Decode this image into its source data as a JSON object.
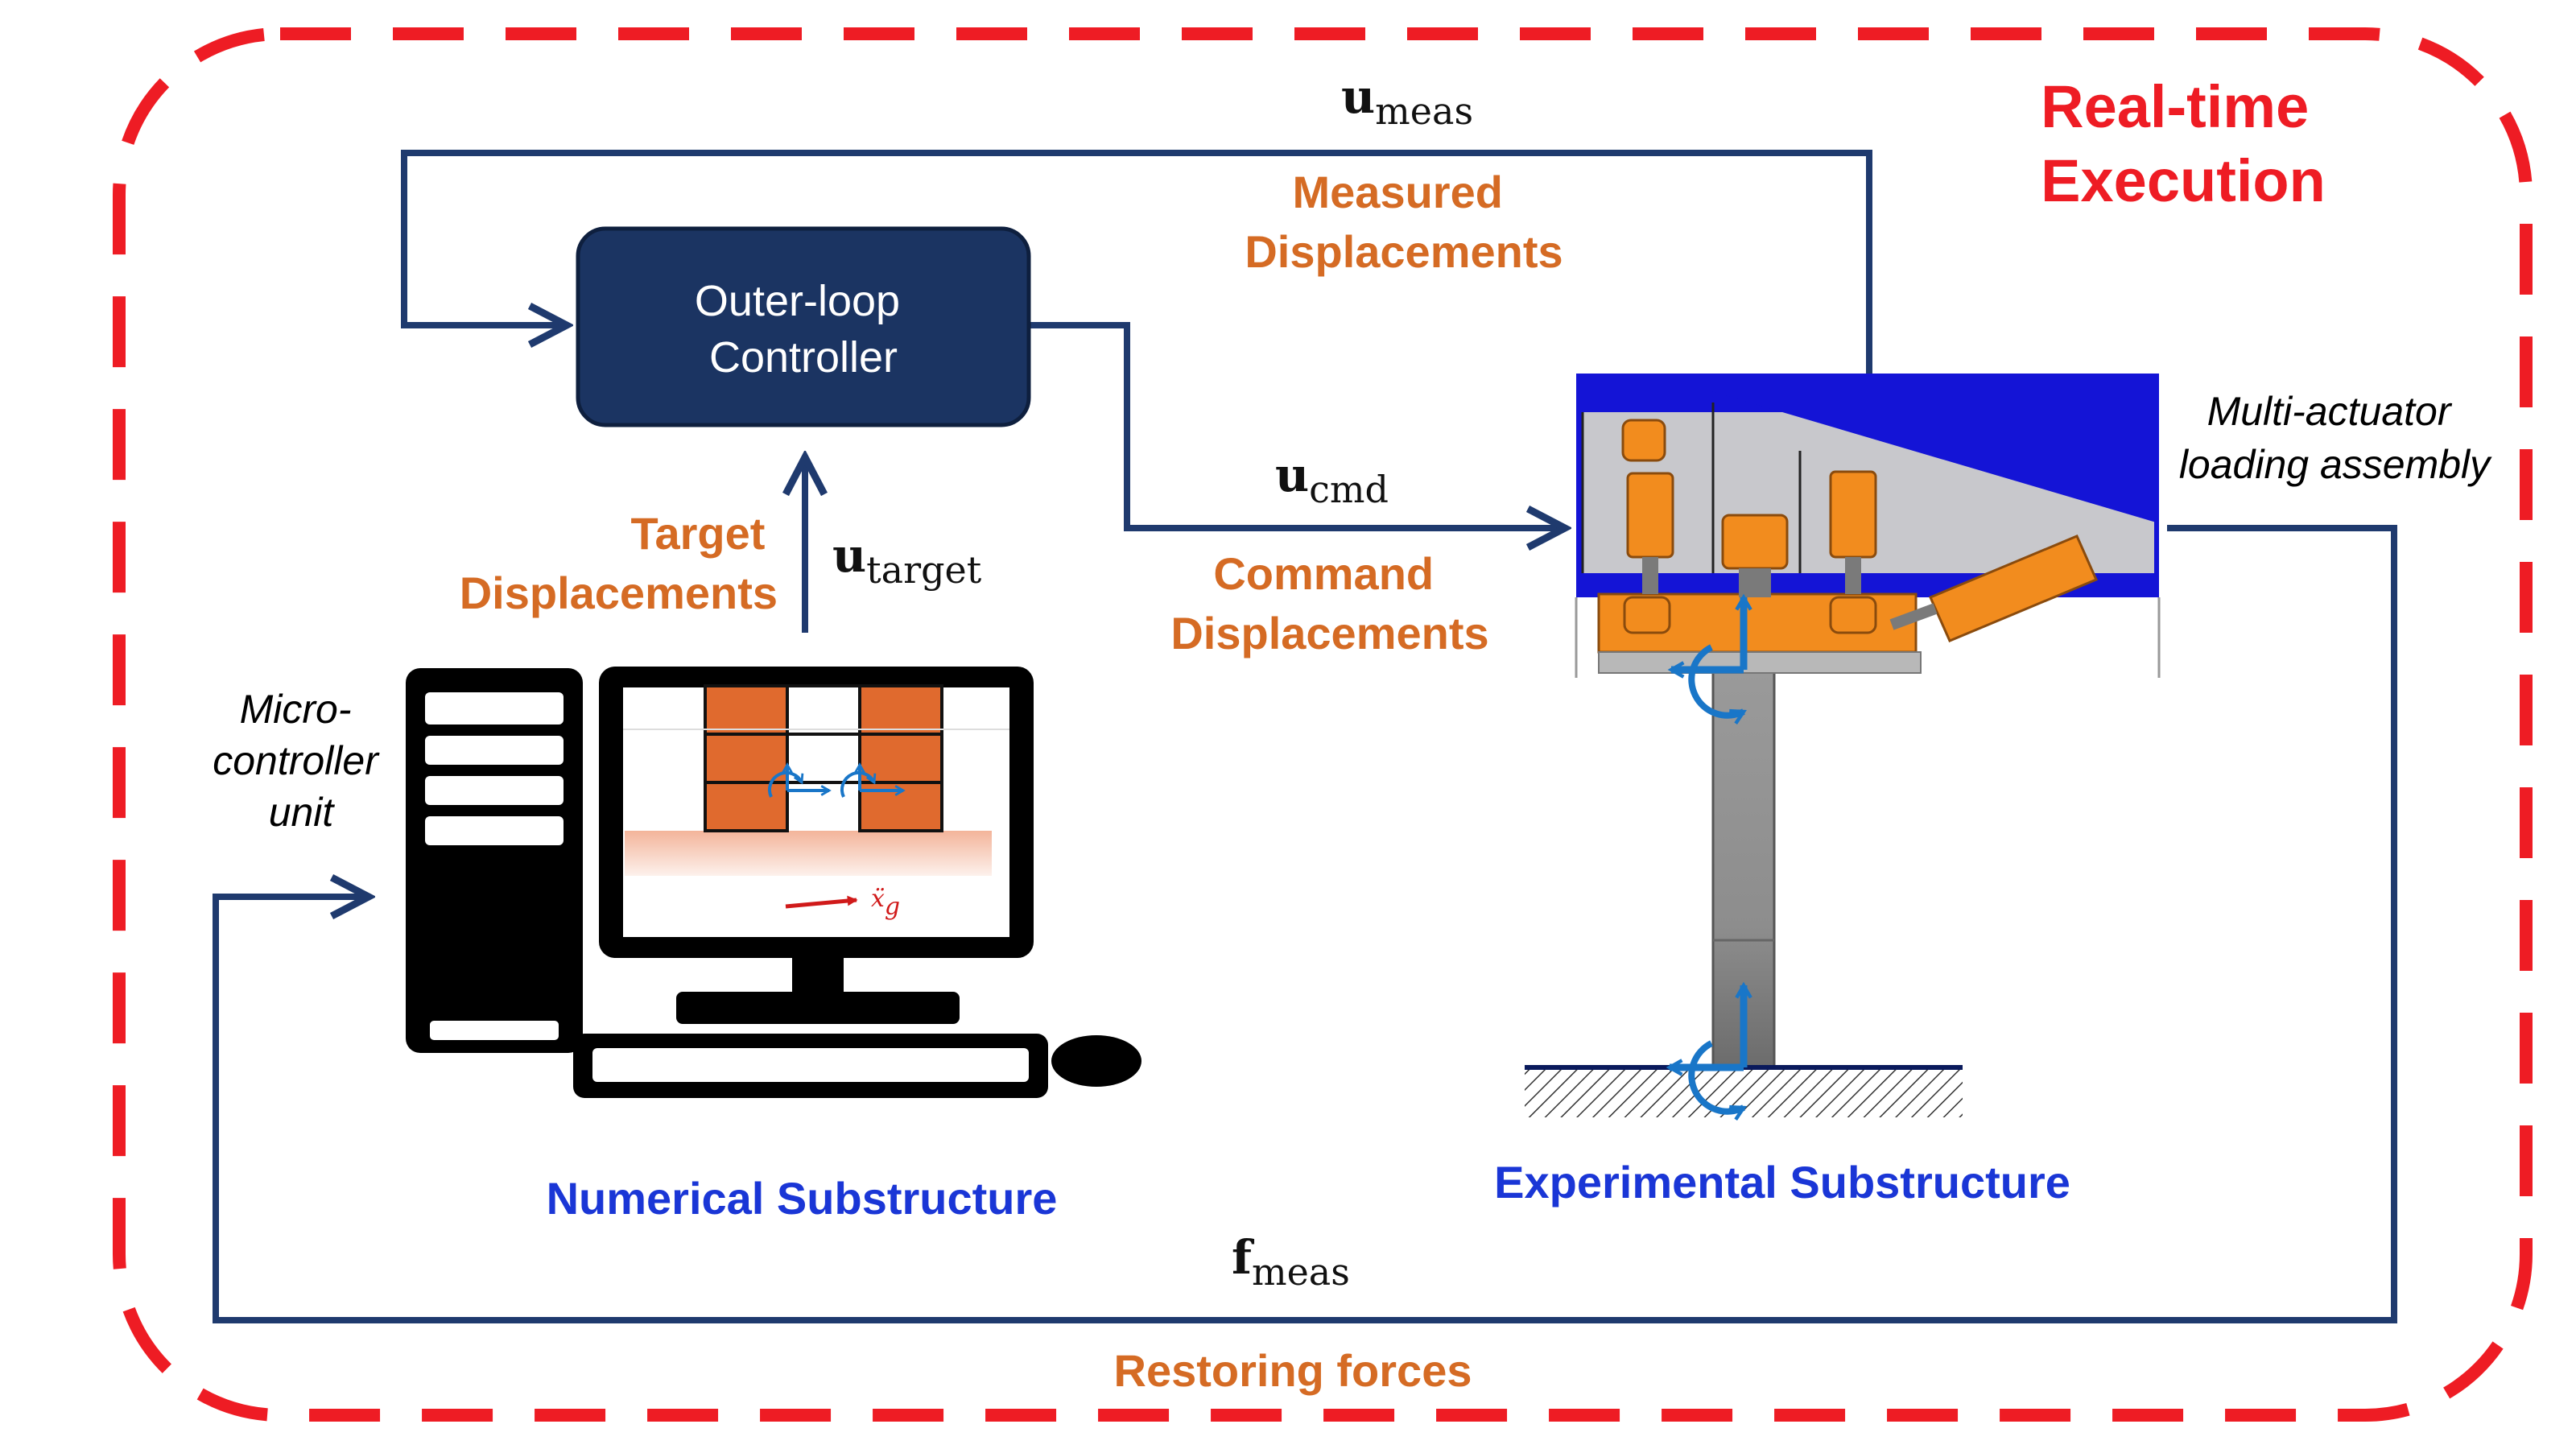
{
  "title": "Real-time\nExecution",
  "title_lines": [
    "Real-time",
    "Execution"
  ],
  "controller": {
    "lines": [
      "Outer-loop",
      "Controller"
    ]
  },
  "signals": {
    "u_meas": {
      "symbol": "u",
      "subscript": "meas"
    },
    "u_cmd": {
      "symbol": "u",
      "subscript": "cmd"
    },
    "u_target": {
      "symbol": "u",
      "subscript": "target"
    },
    "f_meas": {
      "symbol": "f",
      "subscript": "meas"
    }
  },
  "labels": {
    "measured": [
      "Measured",
      "Displacements"
    ],
    "command": [
      "Command",
      "Displacements"
    ],
    "target": [
      "Target",
      "Displacements"
    ],
    "restoring": "Restoring forces",
    "numerical": "Numerical Substructure",
    "experimental": "Experimental Substructure",
    "micro": [
      "Micro-",
      "controller",
      "unit"
    ],
    "actuator": [
      "Multi-actuator",
      "loading assembly"
    ],
    "ground_accel": "ẍ",
    "ground_accel_sub": "g"
  },
  "colors": {
    "boundary": "#ee1c24",
    "wire": "#1f3a6e",
    "controller_fill": "#1b3462",
    "orange_text": "#d56b24",
    "blue_text": "#1a36d6",
    "actuator_orange": "#f28c1e",
    "frame_blue": "#1414d6",
    "dof_arrow": "#1976c8"
  }
}
